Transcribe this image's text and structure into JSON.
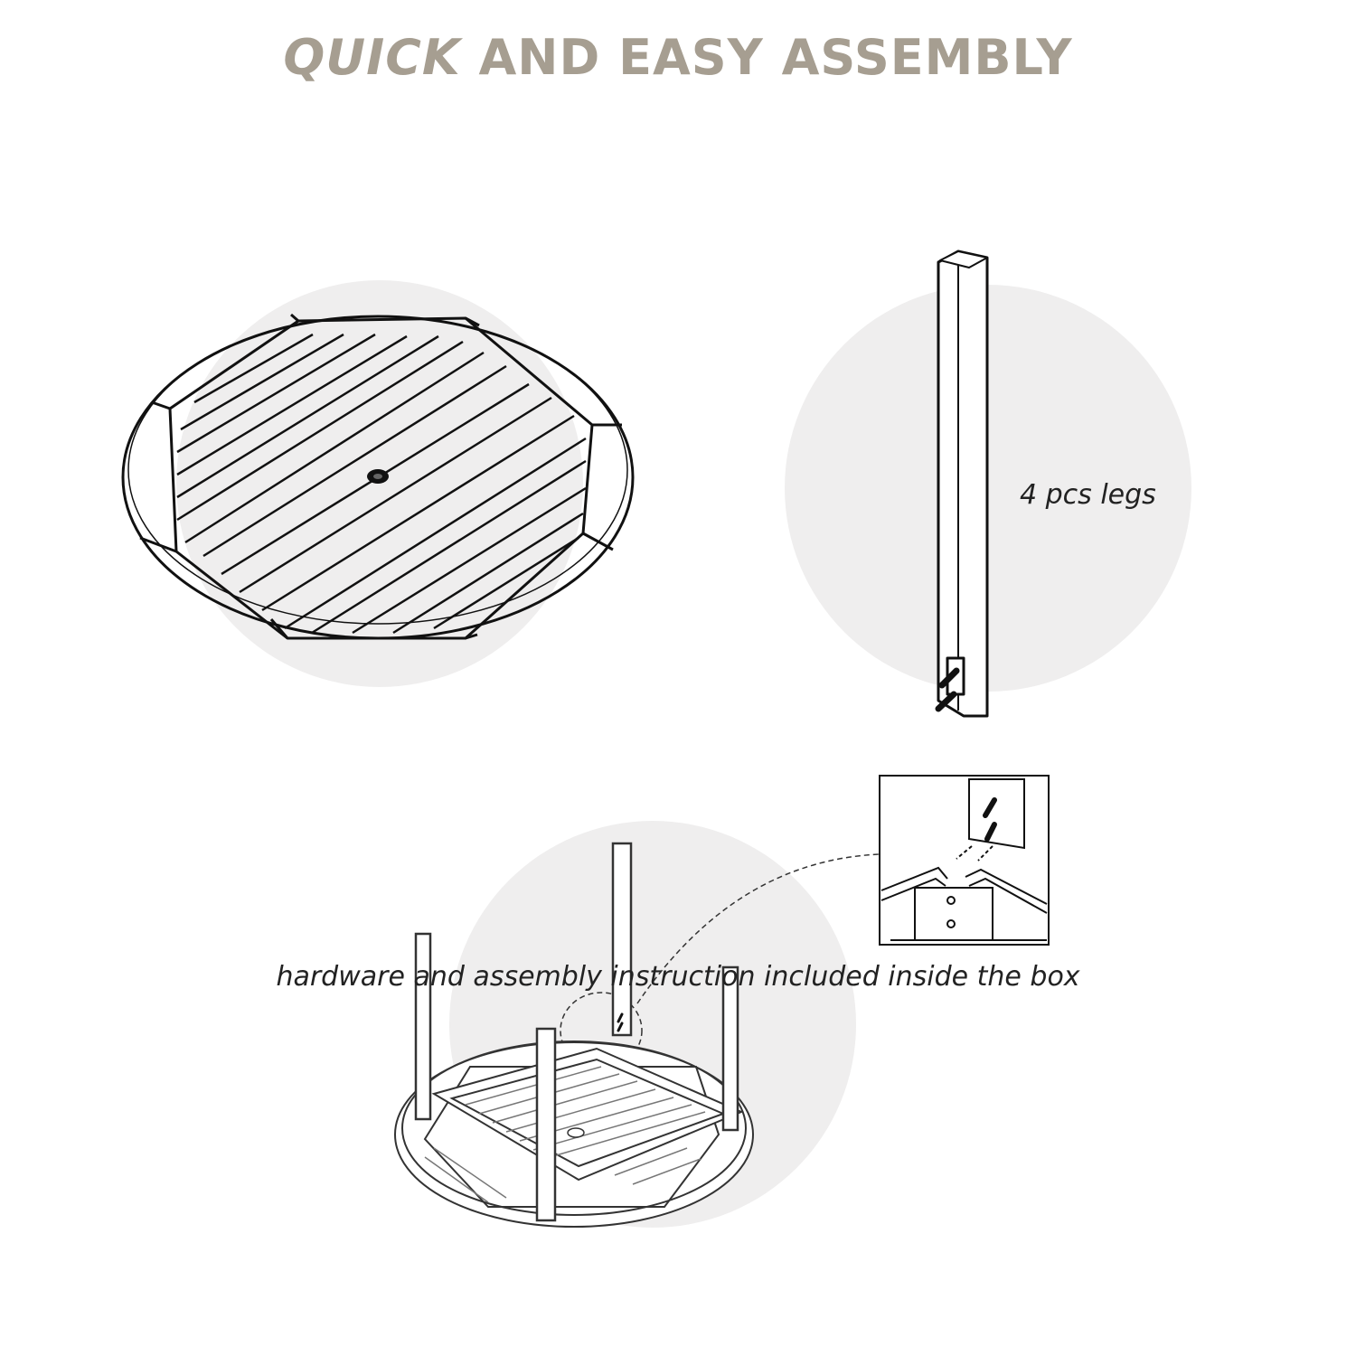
{
  "header": {
    "title_emphasis": "QUICK",
    "title_rest": " AND EASY ASSEMBLY"
  },
  "legs": {
    "label": "4 pcs legs"
  },
  "footer": {
    "note": "hardware and assembly instruction included inside the box"
  },
  "colors": {
    "title": "#a69e91",
    "circle_bg": "#efeeee",
    "line": "#111111"
  }
}
